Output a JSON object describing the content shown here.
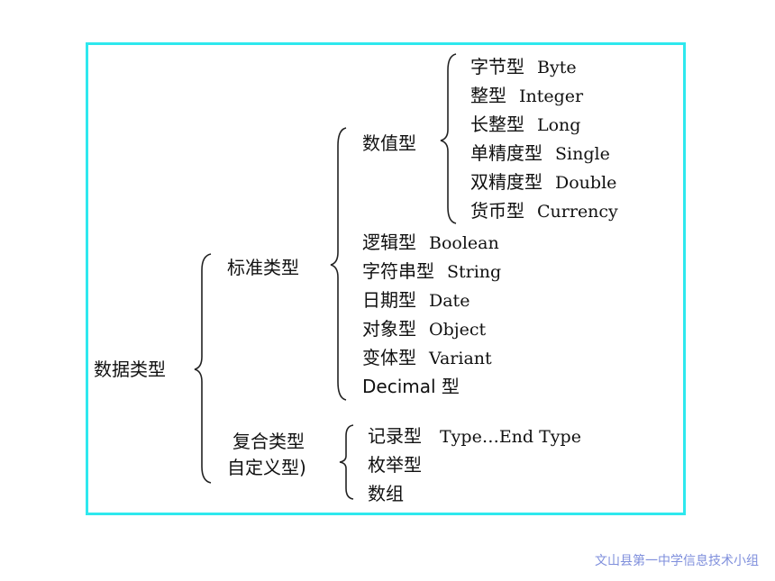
{
  "root": "数据类型",
  "standard": {
    "label": "标准类型",
    "numeric": {
      "label": "数值型",
      "items": [
        {
          "cn": "字节型",
          "en": "Byte"
        },
        {
          "cn": "整型",
          "en": "Integer"
        },
        {
          "cn": "长整型",
          "en": "Long"
        },
        {
          "cn": "单精度型",
          "en": "Single"
        },
        {
          "cn": "双精度型",
          "en": "Double"
        },
        {
          "cn": "货币型",
          "en": "Currency"
        }
      ]
    },
    "others": [
      {
        "cn": "逻辑型",
        "en": "Boolean"
      },
      {
        "cn": "字符串型",
        "en": "String"
      },
      {
        "cn": "日期型",
        "en": "Date"
      },
      {
        "cn": "对象型",
        "en": "Object"
      },
      {
        "cn": "变体型",
        "en": "Variant"
      },
      {
        "cn": "Decimal 型",
        "en": ""
      }
    ]
  },
  "composite": {
    "label_line1": "复合类型",
    "label_line2": "自定义型)",
    "items": [
      {
        "cn": "记录型",
        "en": "Type…End Type"
      },
      {
        "cn": "枚举型",
        "en": ""
      },
      {
        "cn": "数组",
        "en": ""
      }
    ]
  },
  "footer": "文山县第一中学信息技术小组"
}
